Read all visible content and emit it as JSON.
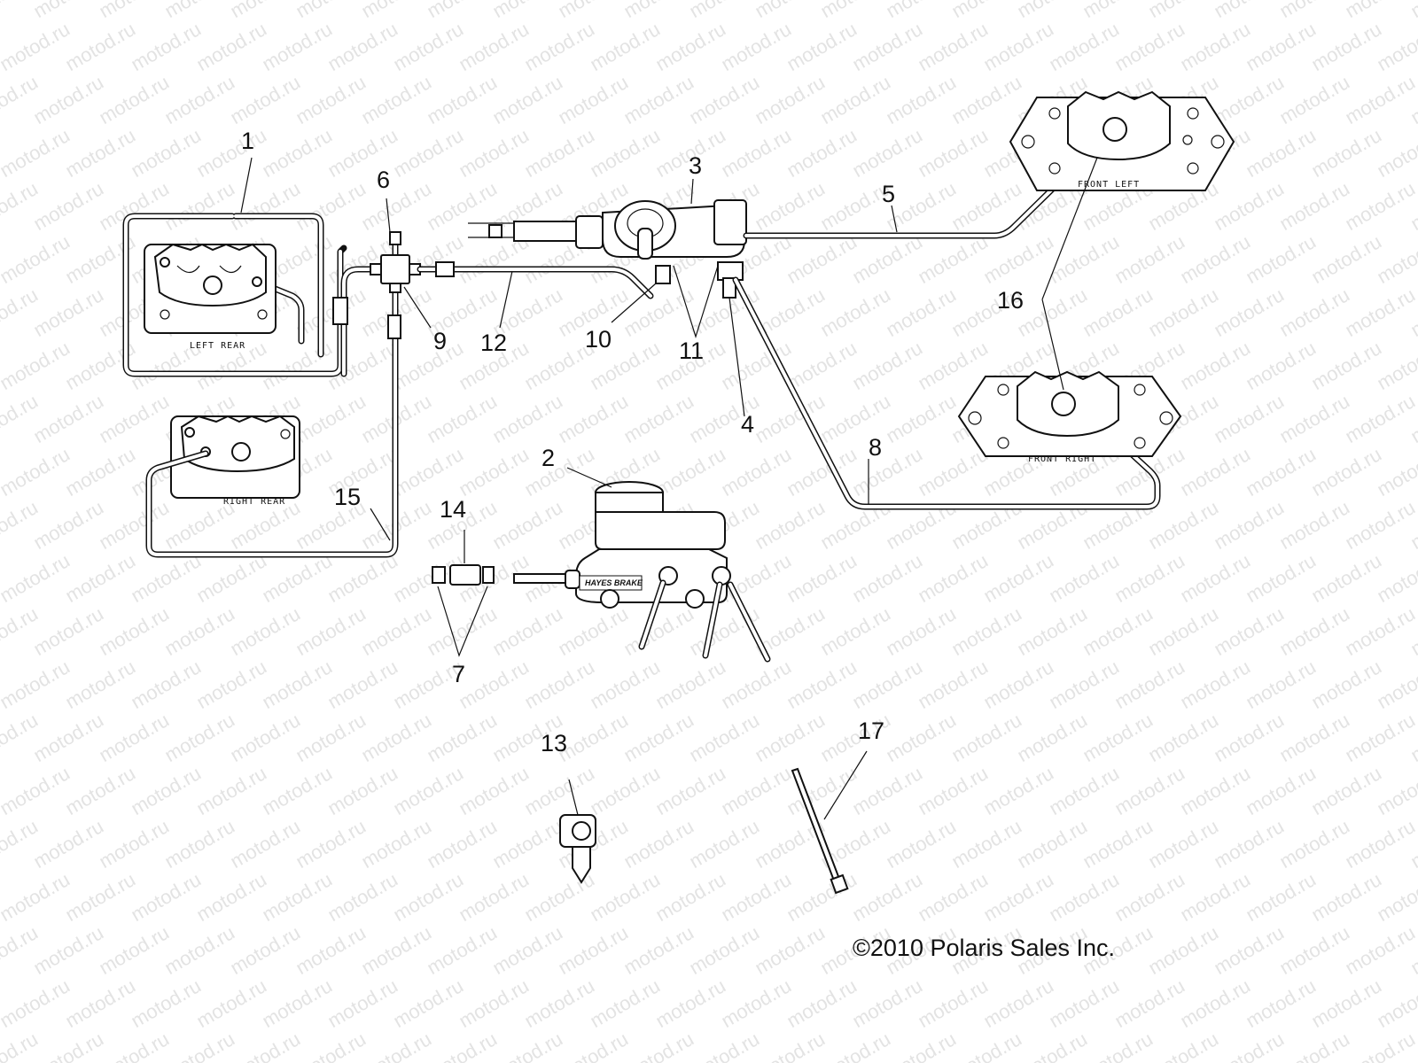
{
  "watermark": "motod.ru",
  "copyright": "©2010 Polaris Sales Inc.",
  "callouts": {
    "c1": "1",
    "c2": "2",
    "c3": "3",
    "c4": "4",
    "c5": "5",
    "c6": "6",
    "c7": "7",
    "c8": "8",
    "c9": "9",
    "c10": "10",
    "c11": "11",
    "c12": "12",
    "c13": "13",
    "c14": "14",
    "c15": "15",
    "c16": "16",
    "c17": "17"
  },
  "caliper_labels": {
    "left_rear": "LEFT REAR",
    "right_rear": "RIGHT REAR",
    "front_left": "FRONT LEFT",
    "front_right": "FRONT RIGHT"
  },
  "master_cylinder_brand": "HAYES BRAKE",
  "colors": {
    "line": "#111111",
    "watermark": "#e3e3e3",
    "background": "#ffffff"
  }
}
